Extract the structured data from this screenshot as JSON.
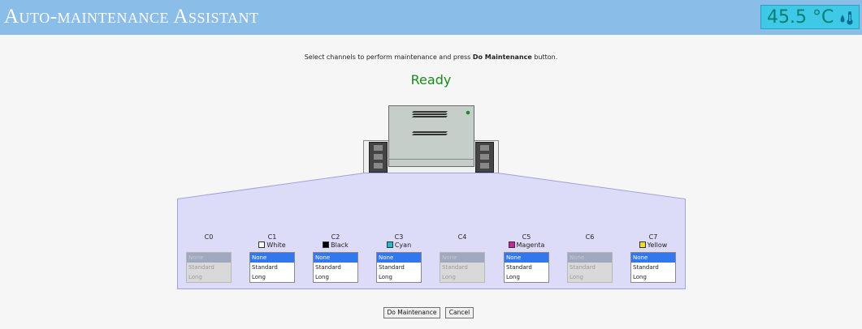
{
  "header": {
    "title": "Auto-maintenance Assistant",
    "temperature": "45.5 °C",
    "temperature_icon": "thermometer-icon"
  },
  "instruction": {
    "prefix": "Select channels to perform maintenance and press ",
    "button_name": "Do Maintenance",
    "suffix": " button."
  },
  "status": "Ready",
  "channels": [
    {
      "name": "C0",
      "color_label": "",
      "color": "",
      "enabled": false,
      "options": [
        "None",
        "Standard",
        "Long"
      ],
      "selected": "None"
    },
    {
      "name": "C1",
      "color_label": "White",
      "color": "#ffffff",
      "enabled": true,
      "options": [
        "None",
        "Standard",
        "Long"
      ],
      "selected": "None"
    },
    {
      "name": "C2",
      "color_label": "Black",
      "color": "#000000",
      "enabled": true,
      "options": [
        "None",
        "Standard",
        "Long"
      ],
      "selected": "None"
    },
    {
      "name": "C3",
      "color_label": "Cyan",
      "color": "#22bbcc",
      "enabled": true,
      "options": [
        "None",
        "Standard",
        "Long"
      ],
      "selected": "None"
    },
    {
      "name": "C4",
      "color_label": "",
      "color": "",
      "enabled": false,
      "options": [
        "None",
        "Standard",
        "Long"
      ],
      "selected": "None"
    },
    {
      "name": "C5",
      "color_label": "Magenta",
      "color": "#cc22aa",
      "enabled": true,
      "options": [
        "None",
        "Standard",
        "Long"
      ],
      "selected": "None"
    },
    {
      "name": "C6",
      "color_label": "",
      "color": "",
      "enabled": false,
      "options": [
        "None",
        "Standard",
        "Long"
      ],
      "selected": "None"
    },
    {
      "name": "C7",
      "color_label": "Yellow",
      "color": "#eedd22",
      "enabled": true,
      "options": [
        "None",
        "Standard",
        "Long"
      ],
      "selected": "None"
    }
  ],
  "buttons": {
    "do_maintenance": "Do Maintenance",
    "cancel": "Cancel"
  },
  "colors": {
    "header_bg": "#8bbde9",
    "temp_bg": "#3ec9e6",
    "temp_text": "#0b7e73",
    "status": "#1a8a1a",
    "selection": "#3377ee",
    "panel": "#dcdcf8"
  }
}
